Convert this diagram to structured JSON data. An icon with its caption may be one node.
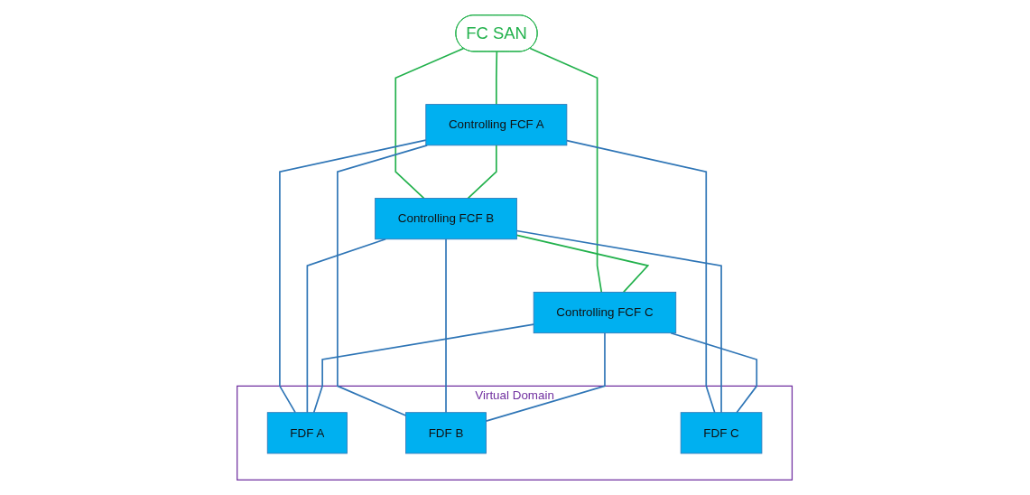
{
  "diagram": {
    "nodes": [
      {
        "text": [
          "FC SAN"
        ]
      },
      {
        "text": [
          "Controlling FCF A"
        ]
      },
      {
        "text": [
          "Controlling FCF B"
        ]
      },
      {
        "text": [
          "Controlling FCF C"
        ]
      },
      {
        "text": [
          "Virtual Domain"
        ]
      },
      {
        "text": [
          "FDF A"
        ],
        "in": 4
      },
      {
        "text": [
          "FDF B"
        ],
        "in": 4
      },
      {
        "text": [
          "FDF C"
        ],
        "in": 4
      }
    ],
    "edges": [
      {
        "from": 0,
        "to": 1,
        "arrow": "none",
        "color": "#22b14c"
      },
      {
        "from": 0,
        "to": 2,
        "arrow": "none",
        "color": "#22b14c"
      },
      {
        "from": 0,
        "to": 3,
        "arrow": "none",
        "color": "#22b14c"
      },
      {
        "from": 1,
        "to": 2,
        "arrow": "none",
        "color": "#22b14c"
      },
      {
        "from": 2,
        "to": 3,
        "arrow": "none",
        "color": "#22b14c"
      },
      {
        "from": 1,
        "to": 5,
        "arrow": "none"
      },
      {
        "from": 1,
        "to": 6,
        "arrow": "none"
      },
      {
        "from": 1,
        "to": 7,
        "arrow": "none"
      },
      {
        "from": 2,
        "to": 5,
        "arrow": "none"
      },
      {
        "from": 2,
        "to": 6,
        "arrow": "none"
      },
      {
        "from": 2,
        "to": 7,
        "arrow": "none"
      },
      {
        "from": 3,
        "to": 5,
        "arrow": "none"
      },
      {
        "from": 3,
        "to": 6,
        "arrow": "none"
      },
      {
        "from": 3,
        "to": 7,
        "arrow": "none"
      }
    ]
  }
}
